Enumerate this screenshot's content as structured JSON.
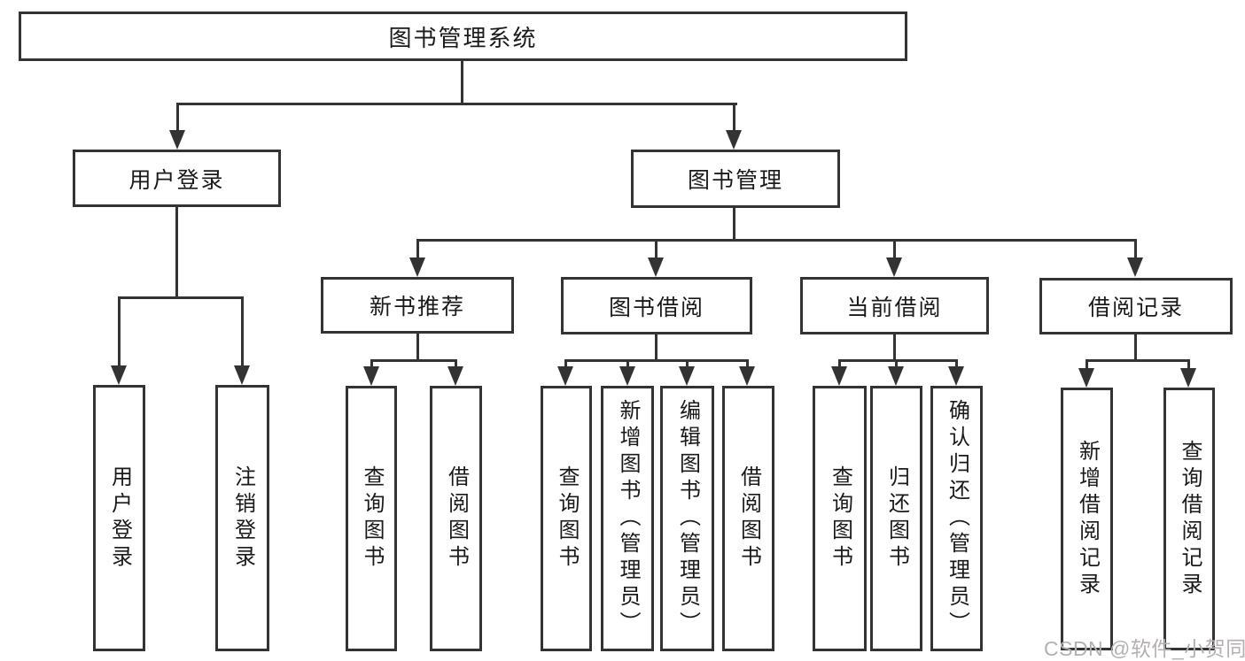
{
  "diagram": {
    "root_label": "图书管理系统",
    "level2": {
      "user_login": "用户登录",
      "book_management": "图书管理"
    },
    "level3": {
      "new_book_recommend": "新书推荐",
      "book_borrowing": "图书借阅",
      "current_borrowing": "当前借阅",
      "borrow_records": "借阅记录"
    },
    "leaves": {
      "user_login": "用户登录",
      "logout": "注销登录",
      "nb_query_books": "查询图书",
      "nb_borrow_books": "借阅图书",
      "bb_query_books": "查询图书",
      "bb_add_books_admin": "新增图书（管理员）",
      "bb_edit_books_admin": "编辑图书（管理员）",
      "bb_borrow_books": "借阅图书",
      "cb_query_books": "查询图书",
      "cb_return_books": "归还图书",
      "cb_confirm_return_admin": "确认归还（管理员）",
      "br_add_record": "新增借阅记录",
      "br_query_record": "查询借阅记录"
    },
    "colors": {
      "line": "#333333",
      "text": "#1a1a1a",
      "background": "#ffffff",
      "watermark": "#b5b0b0"
    }
  },
  "watermark_text": "CSDN @软件_小贺同学"
}
